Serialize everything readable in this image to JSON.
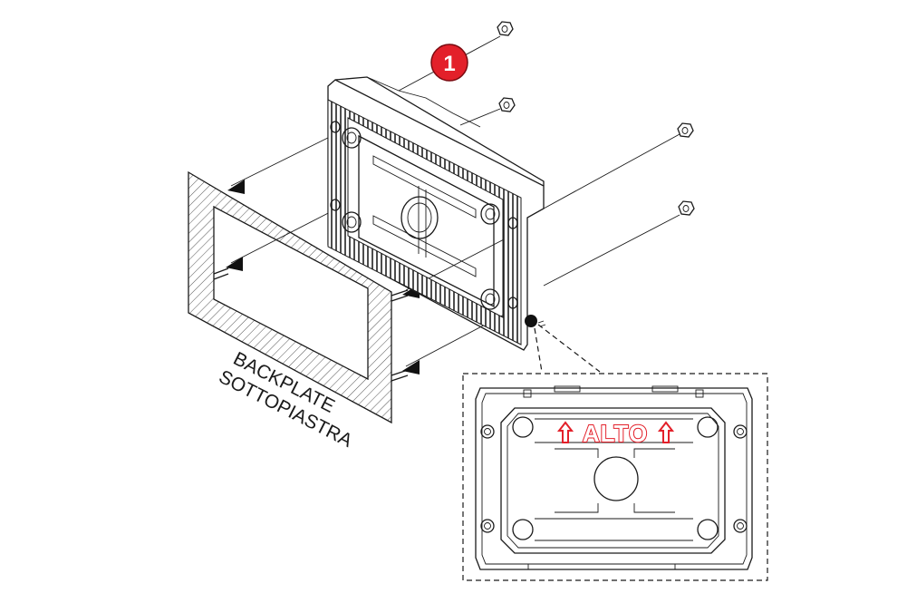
{
  "diagram": {
    "callout_number": "1",
    "backplate_label_en": "BACKPLATE",
    "backplate_label_it": "SOTTOPIASTRA",
    "orientation_label": "ALTO",
    "colors": {
      "badge": "#e3202a",
      "orientation_text": "#e3202a",
      "line": "#1a1a1a"
    },
    "icons": {
      "badge": "numbered-callout-icon",
      "arrow": "triangle-arrow-icon",
      "nut": "hex-nut-icon",
      "up_arrow": "up-arrow-icon"
    }
  }
}
